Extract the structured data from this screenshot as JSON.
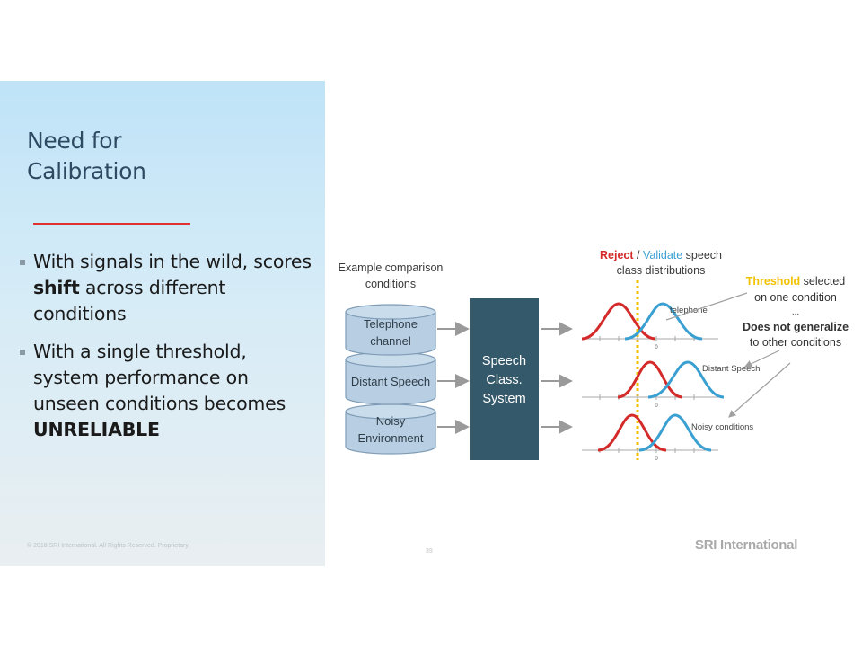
{
  "slide": {
    "title_line1": "Need for",
    "title_line2": "Calibration",
    "bullets": [
      {
        "segments": [
          "With signals in the wild, scores ",
          "shift",
          " across different conditions"
        ]
      },
      {
        "segments": [
          "With a single threshold, system performance on unseen conditions becomes ",
          "UNRELIABLE"
        ]
      }
    ],
    "copyright": "© 2018 SRI International. All Rights Reserved. Proprietary",
    "page_number": "39",
    "logo_text": "SRI International"
  },
  "diagram": {
    "conditions_label_line1": "Example comparison",
    "conditions_label_line2": "conditions",
    "conditions": [
      {
        "line1": "Telephone",
        "line2": "channel"
      },
      {
        "line1": "Distant Speech",
        "line2": ""
      },
      {
        "line1": "Noisy",
        "line2": "Environment"
      }
    ],
    "system_box": {
      "line1": "Speech",
      "line2": "Class.",
      "line3": "System"
    },
    "distributions_header": {
      "reject": "Reject",
      "slash": " / ",
      "validate": "Validate",
      "rest_line1": " speech",
      "line2": "class distributions"
    },
    "plot_labels": [
      "telephone",
      "Distant Speech",
      "Noisy conditions"
    ],
    "zero_label": "0",
    "annotation": {
      "threshold": "Threshold",
      "selected": " selected",
      "line2": "on one condition",
      "line3": "...",
      "line4": "Does not generalize",
      "line5": "to other conditions"
    },
    "colors": {
      "reject": "#d42a2a",
      "validate": "#3aa0d2",
      "threshold": "#f2c200",
      "cylinder_fill": "#b8cfe3",
      "system_fill": "#34596a"
    }
  }
}
